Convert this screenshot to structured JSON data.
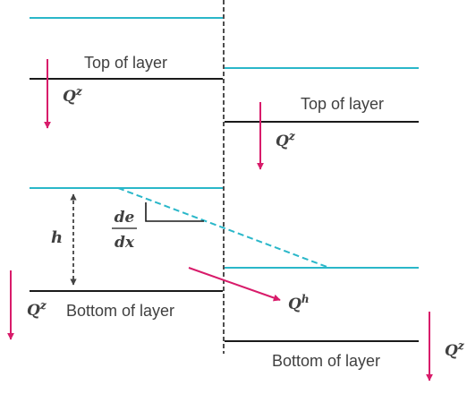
{
  "labels": {
    "top_left": "Top of layer",
    "top_right": "Top of layer",
    "bottom_left": "Bottom of layer",
    "bottom_right": "Bottom of layer"
  },
  "symbols": {
    "q": "Q",
    "z": "z",
    "h_super": "h",
    "h": "h",
    "de": "de",
    "dx": "dx"
  },
  "colors": {
    "water_table": "#2ab7c9",
    "layer_boundary": "#1a1a1a",
    "flux_arrow": "#d81b6a",
    "thickness_arrow": "#444444",
    "text": "#404040"
  }
}
